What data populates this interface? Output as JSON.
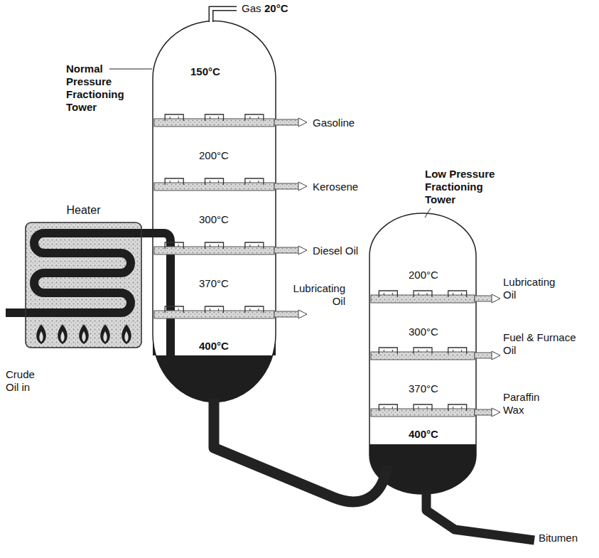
{
  "diagram": {
    "nodes": [
      {
        "text": [
          "Heater"
        ]
      }
    ],
    "labels": [
      "Gas",
      "20°C",
      "150°C",
      "Normal Pressure Fractioning Tower",
      "Gasoline",
      "200°C",
      "Kerosene",
      "300°C",
      "Diesel Oil",
      "370°C",
      "Lubricating Oil",
      "400°C",
      "Crude Oil in",
      "Low Pressure Fractioning Tower",
      "200°C",
      "Lubricating Oil",
      "300°C",
      "Fuel & Furnace Oil",
      "370°C",
      "Paraffin Wax",
      "400°C",
      "Bitumen"
    ]
  }
}
